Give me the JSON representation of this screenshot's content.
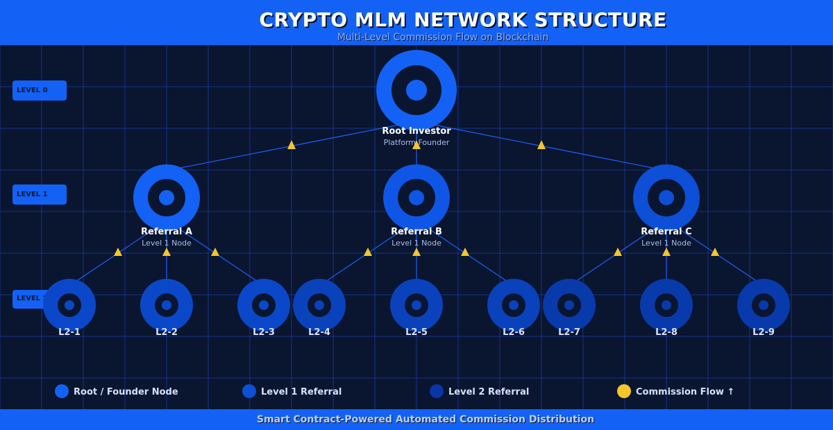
{
  "header": {
    "title": "CRYPTO MLM NETWORK STRUCTURE",
    "subtitle": "Multi-Level Commission Flow on Blockchain"
  },
  "footer": {
    "text": "Smart Contract-Powered Automated Commission Distribution"
  },
  "level_badges": [
    "LEVEL 0",
    "LEVEL 1",
    "LEVEL 2"
  ],
  "root": {
    "name": "Root Investor",
    "sub": "Platform Founder"
  },
  "level1": [
    {
      "name": "Referral A",
      "sub": "Level 1 Node"
    },
    {
      "name": "Referral B",
      "sub": "Level 1 Node"
    },
    {
      "name": "Referral C",
      "sub": "Level 1 Node"
    }
  ],
  "level2": [
    "L2-1",
    "L2-2",
    "L2-3",
    "L2-4",
    "L2-5",
    "L2-6",
    "L2-7",
    "L2-8",
    "L2-9"
  ],
  "legend": [
    {
      "label": "Root / Founder Node",
      "color": "#1362f5"
    },
    {
      "label": "Level 1 Referral",
      "color": "#0d4fd6"
    },
    {
      "label": "Level 2 Referral",
      "color": "#0835a8"
    },
    {
      "label": "Commission Flow ↑",
      "color": "#f5c628"
    }
  ],
  "colors": {
    "background": "#0a1530",
    "brand": "#1362f5",
    "grid": "#1e4bd0",
    "commission": "#f5c628"
  }
}
